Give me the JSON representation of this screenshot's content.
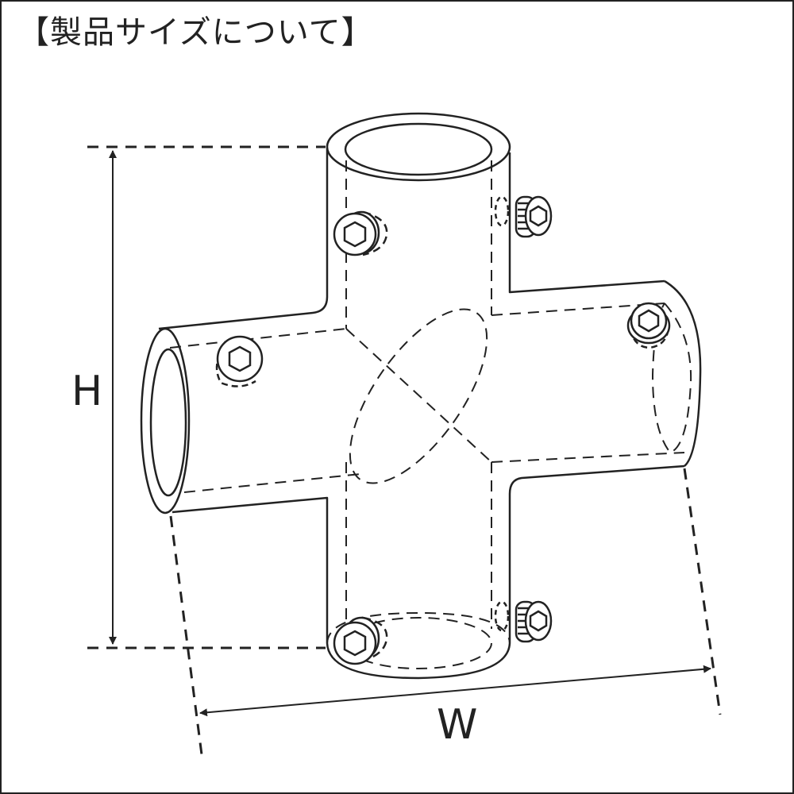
{
  "title": "【製品サイズについて】",
  "dimensions": {
    "height_label": "H",
    "width_label": "W"
  },
  "colors": {
    "line": "#222222",
    "background": "#ffffff"
  }
}
